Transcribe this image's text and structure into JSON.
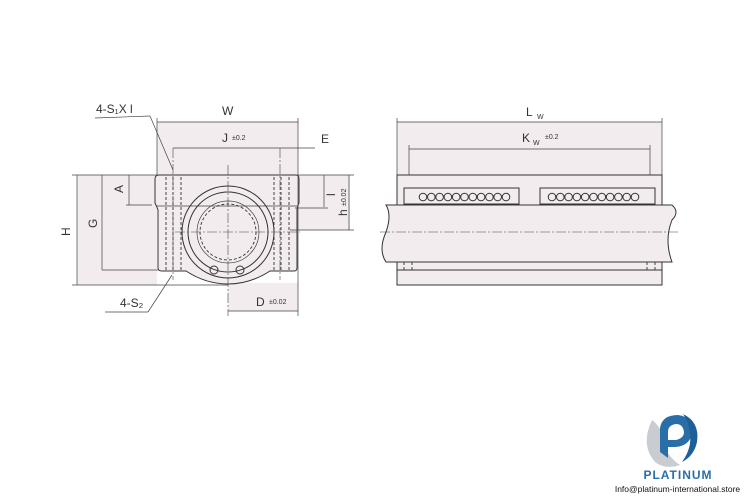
{
  "front_view": {
    "labels": {
      "W": "W",
      "J": "J",
      "J_tol": "±0.2",
      "E": "E",
      "H": "H",
      "G": "G",
      "A": "A",
      "l": "l",
      "h": "h",
      "h_tol": "±0.02",
      "D": "D",
      "D_tol": "±0.02",
      "S1": "4-S₁X l",
      "S2": "4-S₂"
    }
  },
  "side_view": {
    "labels": {
      "Lw": "L",
      "Lw_sub": "W",
      "Kw": "K",
      "Kw_sub": "W",
      "Kw_tol": "±0.2"
    }
  },
  "logo": {
    "brand": "PLATINUM",
    "email": "Info@platinum-international.store",
    "color": "#2a6ea8"
  },
  "colors": {
    "fill": "#f2ecef",
    "line": "#333333"
  }
}
